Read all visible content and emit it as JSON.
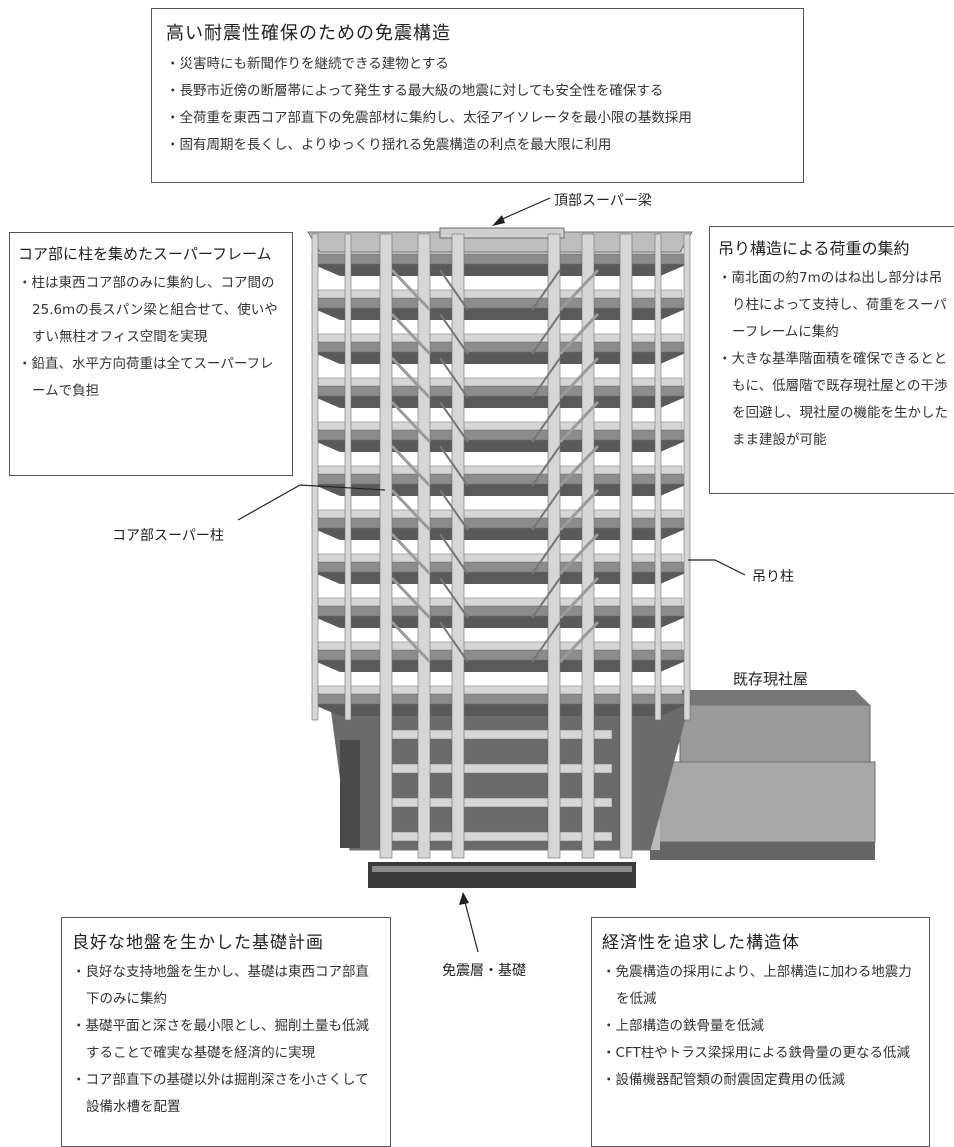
{
  "boxes": {
    "top": {
      "title": "高い耐震性確保のための免震構造",
      "items": [
        "災害時にも新聞作りを継続できる建物とする",
        "長野市近傍の断層帯によって発生する最大級の地震に対しても安全性を確保する",
        "全荷重を東西コア部直下の免震部材に集約し、太径アイソレータを最小限の基数採用",
        "固有周期を長くし、よりゆっくり揺れる免震構造の利点を最大限に利用"
      ]
    },
    "left": {
      "title": "コア部に柱を集めたスーパーフレーム",
      "items": [
        "柱は東西コア部のみに集約し、コア間の25.6mの長スパン梁と組合せて、使いやすい無柱オフィス空間を実現",
        "鉛直、水平方向荷重は全てスーパーフレームで負担"
      ]
    },
    "right": {
      "title": "吊り構造による荷重の集約",
      "items": [
        "南北面の約7mのはね出し部分は吊り柱によって支持し、荷重をスーパーフレームに集約",
        "大きな基準階面積を確保できるとともに、低層階で既存現社屋との干渉を回避し、現社屋の機能を生かしたまま建設が可能"
      ]
    },
    "bottom_left": {
      "title": "良好な地盤を生かした基礎計画",
      "items": [
        "良好な支持地盤を生かし、基礎は東西コア部直下のみに集約",
        "基礎平面と深さを最小限とし、掘削土量も低減することで確実な基礎を経済的に実現",
        "コア部直下の基礎以外は掘削深さを小さくして設備水槽を配置"
      ]
    },
    "bottom_right": {
      "title": "経済性を追求した構造体",
      "items": [
        "免震構造の採用により、上部構造に加わる地震力を低減",
        "上部構造の鉄骨量を低減",
        "CFT柱やトラス梁採用による鉄骨量の更なる低減",
        "設備機器配管類の耐震固定費用の低減"
      ]
    }
  },
  "labels": {
    "top_beam": "頂部スーパー梁",
    "core_column": "コア部スーパー柱",
    "hanging_column": "吊り柱",
    "existing_building": "既存現社屋",
    "isolation_layer": "免震層・基礎"
  },
  "colors": {
    "frame": "#d6d6d6",
    "frame_edge": "#6e6e6e",
    "floor_dark": "#5a5a5a",
    "floor_mid": "#8c8c8c",
    "base": "#3a3a3a"
  }
}
